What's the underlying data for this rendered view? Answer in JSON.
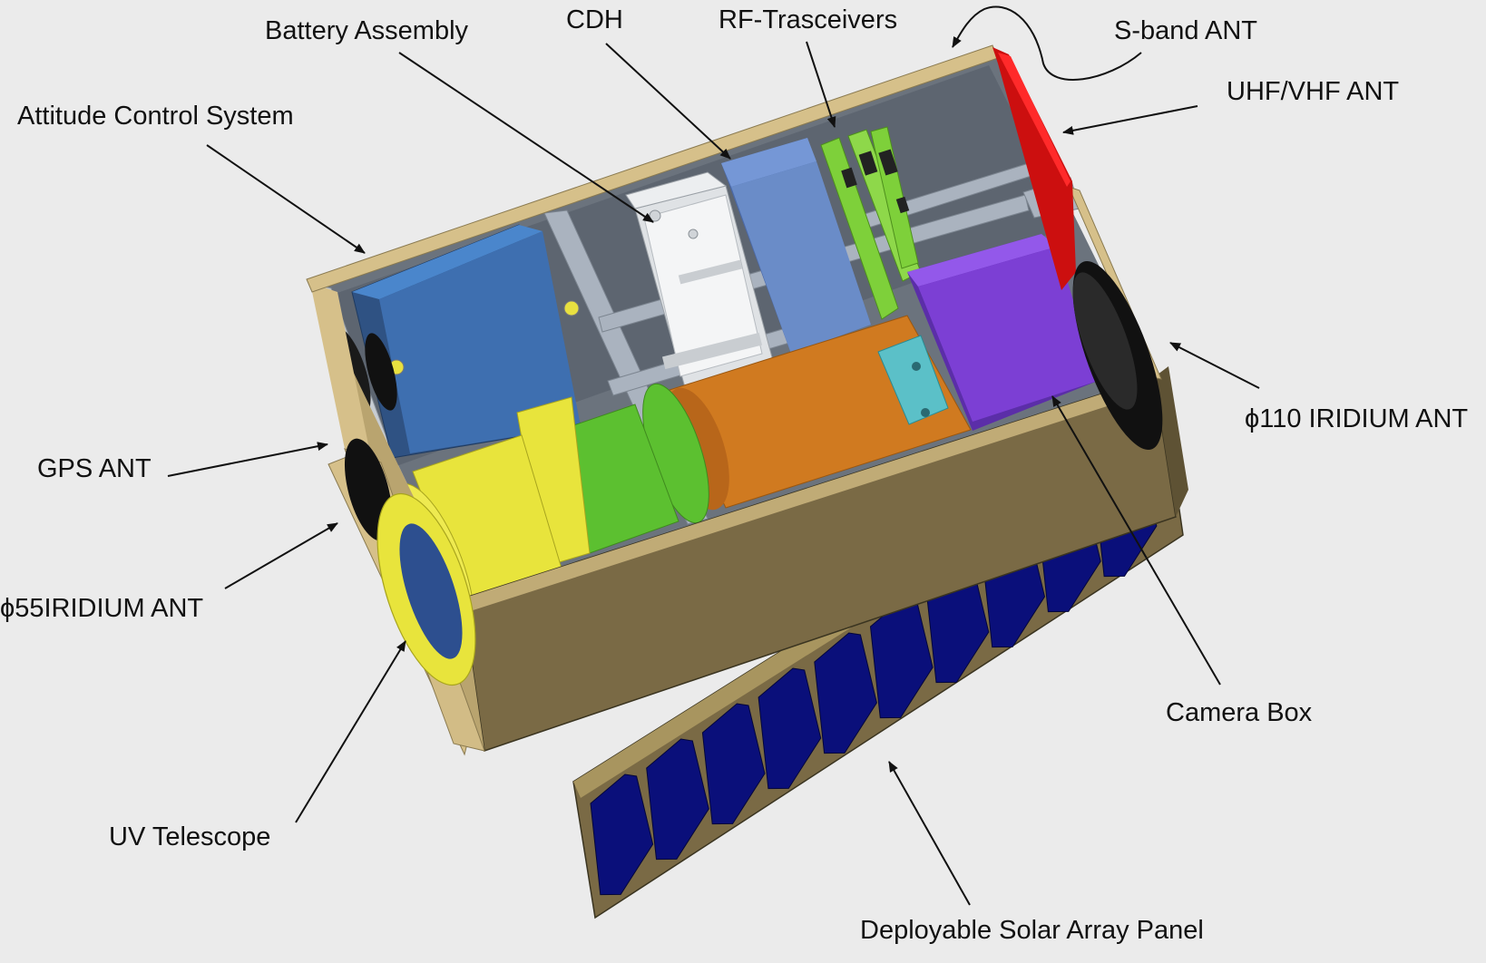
{
  "labels": {
    "battery_assembly": "Battery Assembly",
    "cdh": "CDH",
    "rf_transceivers": "RF-Trasceivers",
    "s_band_ant": "S-band ANT",
    "uhf_vhf_ant": "UHF/VHF ANT",
    "attitude_control_system": "Attitude Control System",
    "gps_ant": "GPS ANT",
    "iridium_ant_55": "ϕ55IRIDIUM ANT",
    "iridium_ant_110": "ϕ110 IRIDIUM ANT",
    "camera_box": "Camera Box",
    "uv_telescope": "UV Telescope",
    "deployable_solar_array_panel": "Deployable Solar Array Panel"
  },
  "colors": {
    "background": "#ebebeb",
    "chassis": "#7a6a45",
    "chassis_rim": "#d6c08a",
    "interior": "#6b737d",
    "attitude_control": "#3e6fb0",
    "battery": "#f0f0f0",
    "cdh": "#6a8cc8",
    "rf_boards": "#7ed03a",
    "camera_box": "#7c3fd4",
    "camera_lens": "#d07a20",
    "telescope_yellow": "#e8e43c",
    "telescope_green": "#5cc030",
    "solar_cells": "#0a0f7a",
    "uhf_antenna": "#e01010",
    "iridium_antenna": "#111111"
  }
}
